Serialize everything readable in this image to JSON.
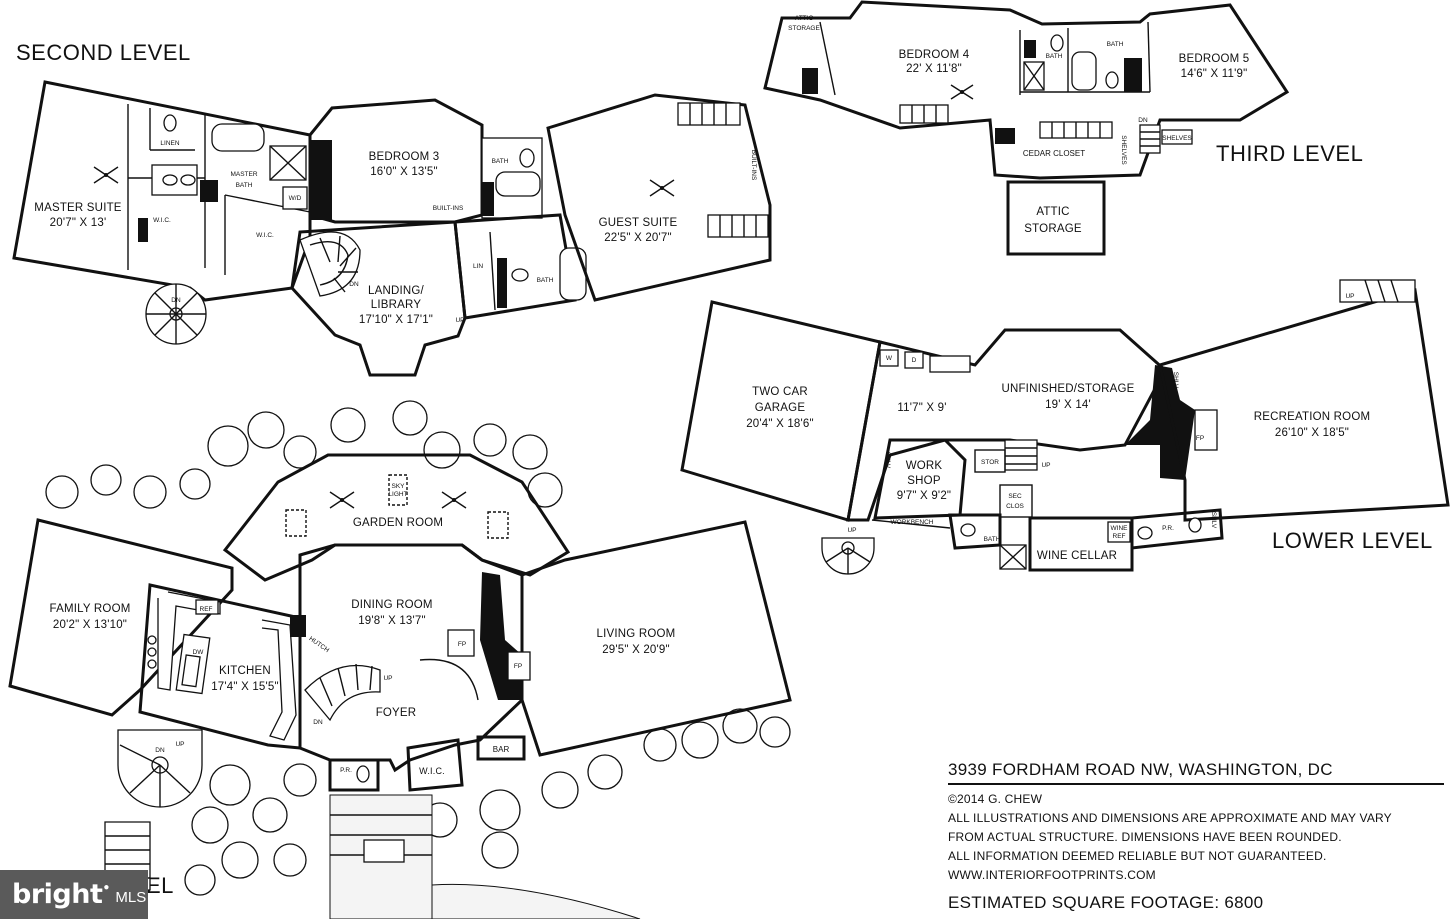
{
  "levels": {
    "second": "SECOND LEVEL",
    "third": "THIRD LEVEL",
    "lower": "LOWER LEVEL",
    "main_partial": "EL"
  },
  "rooms": {
    "master_suite": {
      "name": "MASTER SUITE",
      "dims": "20'7\" X 13'"
    },
    "bedroom3": {
      "name": "BEDROOM 3",
      "dims": "16'0\" X 13'5\""
    },
    "guest_suite": {
      "name": "GUEST SUITE",
      "dims": "22'5\" X 20'7\""
    },
    "landing": {
      "name": "LANDING/",
      "name2": "LIBRARY",
      "dims": "17'10\" X 17'1\""
    },
    "bedroom4": {
      "name": "BEDROOM 4",
      "dims": "22' X 11'8\""
    },
    "bedroom5": {
      "name": "BEDROOM 5",
      "dims": "14'6\" X 11'9\""
    },
    "garage": {
      "name": "TWO CAR",
      "name2": "GARAGE",
      "dims": "20'4\" X 18'6\""
    },
    "laundry": {
      "dims": "11'7\" X 9'"
    },
    "unfinished": {
      "name": "UNFINISHED/STORAGE",
      "dims": "19' X 14'"
    },
    "recreation": {
      "name": "RECREATION ROOM",
      "dims": "26'10\" X 18'5\""
    },
    "workshop": {
      "name": "WORK",
      "name2": "SHOP",
      "dims": "9'7\" X 9'2\""
    },
    "family": {
      "name": "FAMILY ROOM",
      "dims": "20'2\" X 13'10\""
    },
    "kitchen": {
      "name": "KITCHEN",
      "dims": "17'4\" X 15'5\""
    },
    "dining": {
      "name": "DINING ROOM",
      "dims": "19'8\" X 13'7\""
    },
    "living": {
      "name": "LIVING ROOM",
      "dims": "29'5\" X 20'9\""
    }
  },
  "labels": {
    "master_bath": "MASTER",
    "master_bath2": "BATH",
    "linen": "LINEN",
    "wic": "W.I.C.",
    "wd": "W/D",
    "bath": "BATH",
    "lin": "LIN",
    "shelves": "SHELVES",
    "built_ins": "BUILT-INS",
    "up": "UP",
    "dn": "DN",
    "attic_storage_a": "ATTIC",
    "attic_storage_b": "STORAGE",
    "cedar_closet": "CEDAR CLOSET",
    "stor": "STOR",
    "sec_clos": "SEC",
    "sec_clos2": "CLOS",
    "workbench": "WORKBENCH",
    "wine_cellar": "WINE CELLAR",
    "wine_ref": "WINE",
    "wine_ref2": "REF",
    "pr": "P.R.",
    "shlv": "SHLV",
    "fp": "FP",
    "garden_room": "GARDEN ROOM",
    "foyer": "FOYER",
    "bar": "BAR",
    "ref": "REF",
    "dw": "DW",
    "hutch": "HUTCH",
    "sky_light": "SKY",
    "sky_light2": "LIGHT",
    "w": "W",
    "d": "D"
  },
  "info": {
    "address": "3939 FORDHAM ROAD NW, WASHINGTON, DC",
    "copyright": "©2014 G. CHEW",
    "disclaimer": [
      "ALL ILLUSTRATIONS AND DIMENSIONS ARE APPROXIMATE AND MAY VARY",
      "FROM ACTUAL STRUCTURE. DIMENSIONS HAVE BEEN ROUNDED.",
      "ALL INFORMATION DEEMED RELIABLE BUT NOT GUARANTEED."
    ],
    "website": "WWW.INTERIORFOOTPRINTS.COM",
    "total": "ESTIMATED SQUARE FOOTAGE: 6800"
  },
  "badge": {
    "word": "bright",
    "mls": "MLS"
  }
}
